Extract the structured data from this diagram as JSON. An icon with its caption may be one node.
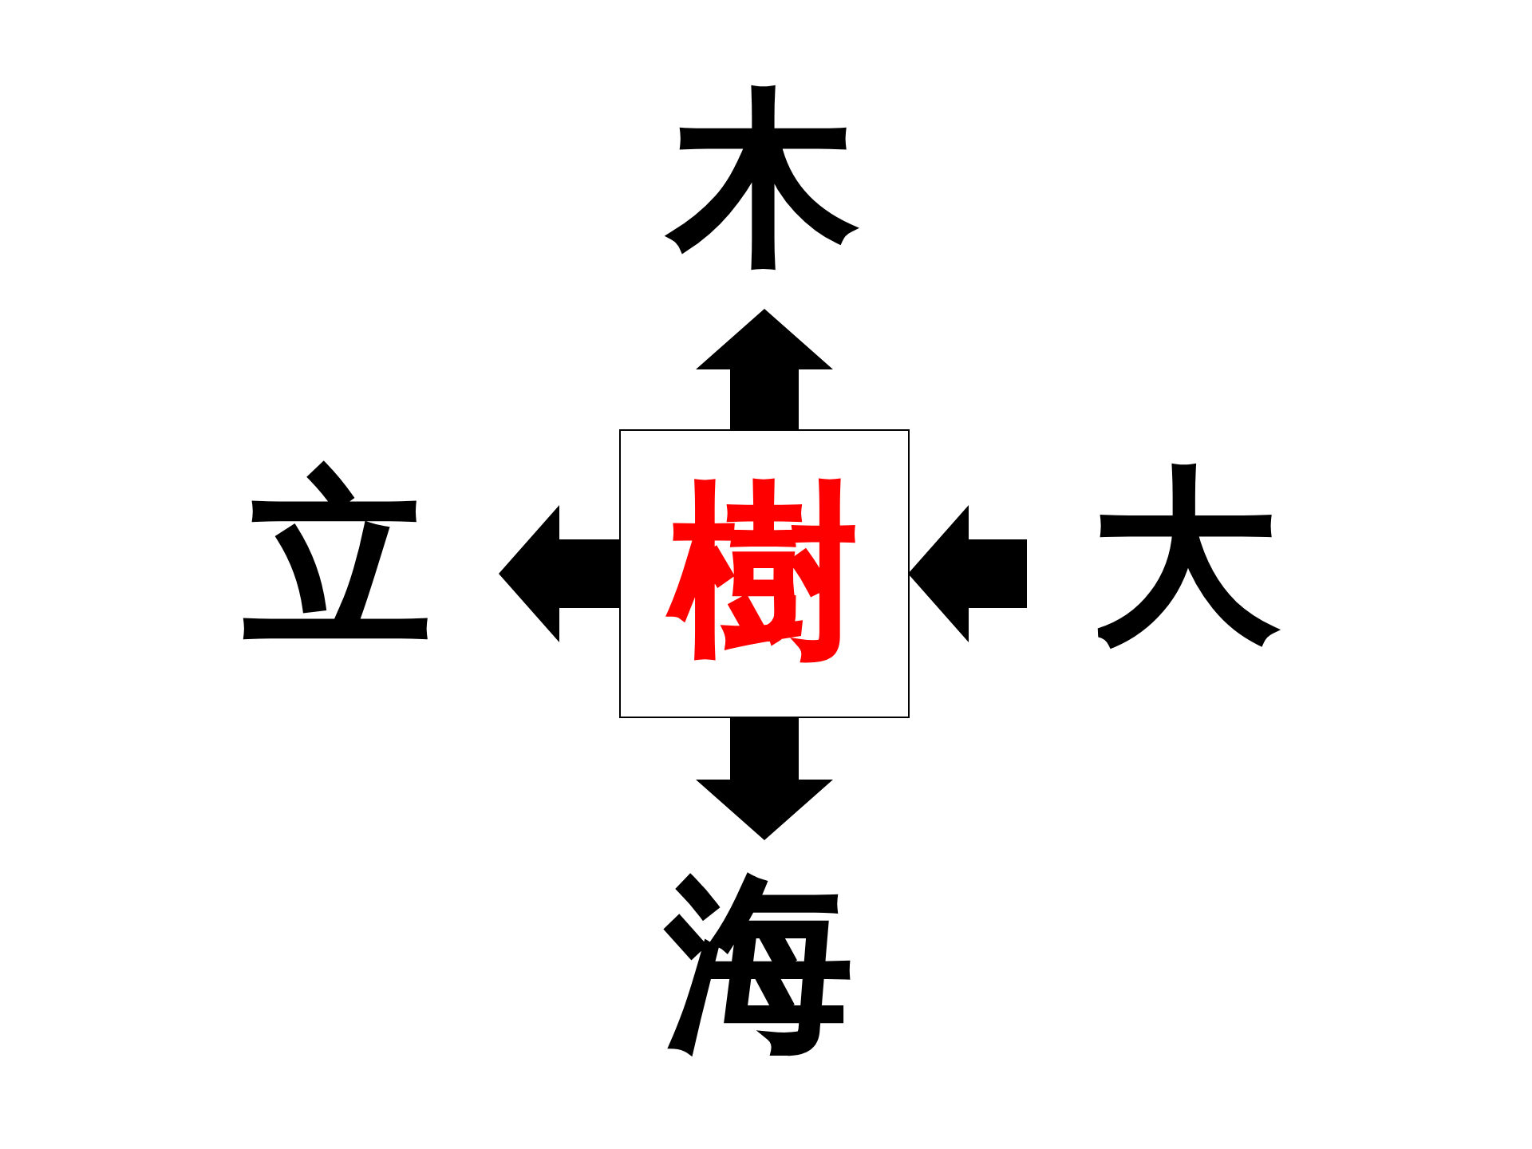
{
  "diagram": {
    "nodes": [
      {
        "text": [
          "木"
        ]
      },
      {
        "text": [
          "立"
        ]
      },
      {
        "text": [
          "樹"
        ]
      },
      {
        "text": [
          "大"
        ]
      },
      {
        "text": [
          "海"
        ]
      }
    ],
    "edges": [
      {
        "from": 2,
        "to": 0,
        "arrow": "to"
      },
      {
        "from": 2,
        "to": 1,
        "arrow": "to"
      },
      {
        "from": 3,
        "to": 2,
        "arrow": "to"
      },
      {
        "from": 2,
        "to": 4,
        "arrow": "to"
      }
    ]
  }
}
